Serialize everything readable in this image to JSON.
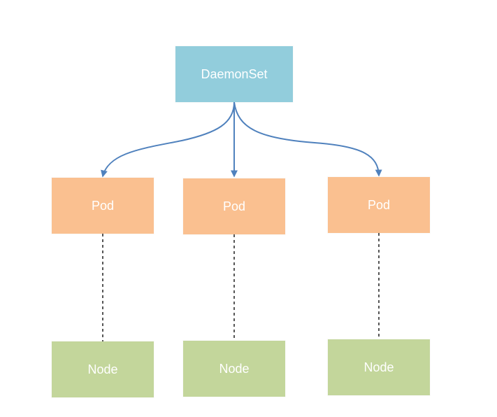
{
  "diagram": {
    "root": {
      "label": "DaemonSet"
    },
    "pods": [
      {
        "label": "Pod"
      },
      {
        "label": "Pod"
      },
      {
        "label": "Pod"
      }
    ],
    "nodes": [
      {
        "label": "Node"
      },
      {
        "label": "Node"
      },
      {
        "label": "Node"
      }
    ],
    "colors": {
      "daemonset_fill": "#92cddc",
      "pod_fill": "#fac090",
      "node_fill": "#c3d69b",
      "arrow_stroke": "#4f81bd",
      "dashed_line": "#1f1f1f",
      "text": "#ffffff"
    },
    "icons": {
      "arrowhead": "arrowhead-icon"
    }
  }
}
